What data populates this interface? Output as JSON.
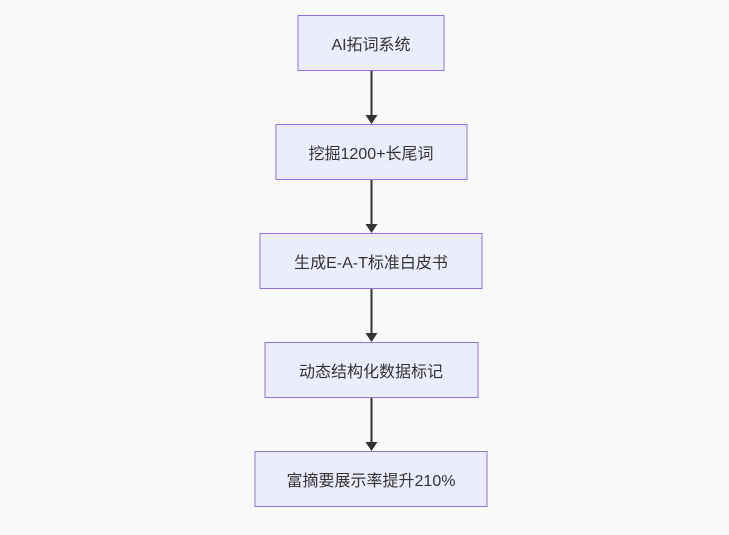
{
  "flowchart": {
    "type": "flowchart",
    "direction": "top-down",
    "nodes": [
      {
        "id": "A",
        "label": "AI拓词系统"
      },
      {
        "id": "B",
        "label": "挖掘1200+长尾词"
      },
      {
        "id": "C",
        "label": "生成E-A-T标准白皮书"
      },
      {
        "id": "D",
        "label": "动态结构化数据标记"
      },
      {
        "id": "E",
        "label": "富摘要展示率提升210%"
      }
    ],
    "edges": [
      {
        "from": "A",
        "to": "B",
        "arrow": "down"
      },
      {
        "from": "B",
        "to": "C",
        "arrow": "down"
      },
      {
        "from": "C",
        "to": "D",
        "arrow": "down"
      },
      {
        "from": "D",
        "to": "E",
        "arrow": "down"
      }
    ],
    "colors": {
      "background": "#f9f9f9",
      "node_fill": "#ECECFF",
      "node_border": "#9370DB",
      "text": "#333333",
      "arrow": "#333333"
    }
  }
}
